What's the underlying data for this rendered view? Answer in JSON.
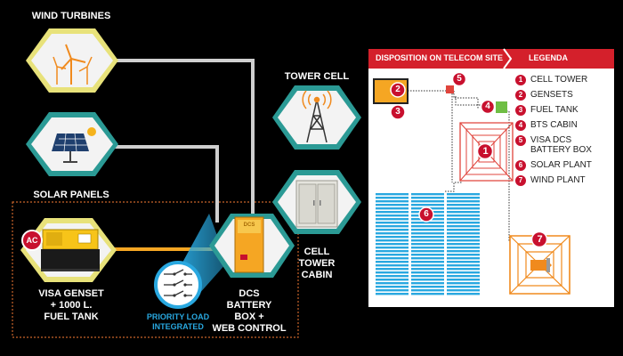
{
  "nodes": {
    "wind": {
      "label": "WIND TURBINES"
    },
    "solar": {
      "label": "SOLAR PANELS"
    },
    "tower": {
      "label": "TOWER CELL"
    },
    "cabin": {
      "label_lines": [
        "CELL",
        "TOWER",
        "CABIN"
      ]
    },
    "genset": {
      "label_lines": [
        "VISA GENSET",
        "+ 1000 L.",
        "FUEL TANK"
      ],
      "ac_badge": "AC"
    },
    "dcs": {
      "label_lines": [
        "DCS",
        "BATTERY",
        "BOX +",
        "WEB CONTROL"
      ],
      "screen_text": "DCS"
    },
    "priority": {
      "label_lines": [
        "PRIORITY LOAD",
        "INTEGRATED"
      ]
    }
  },
  "panel": {
    "title": "DISPOSITION ON TELECOM SITE",
    "legend_title": "LEGENDA",
    "legend": [
      {
        "num": "1",
        "text": "CELL TOWER"
      },
      {
        "num": "2",
        "text": "GENSETS"
      },
      {
        "num": "3",
        "text": "FUEL TANK"
      },
      {
        "num": "4",
        "text": "BTS CABIN"
      },
      {
        "num": "5",
        "text": "VISA DCS BATTERY BOX"
      },
      {
        "num": "6",
        "text": "SOLAR PLANT"
      },
      {
        "num": "7",
        "text": "WIND PLANT"
      }
    ],
    "map_badges": [
      "1",
      "2",
      "3",
      "4",
      "5",
      "6",
      "7"
    ]
  },
  "colors": {
    "hex_fill": "#f3f3f3",
    "hex_ring": "#e8e27a",
    "hex_ring_teal": "#2b9a95",
    "accent_red": "#c8102e",
    "orange": "#f5a623",
    "priority_blue": "#29a8e0"
  }
}
